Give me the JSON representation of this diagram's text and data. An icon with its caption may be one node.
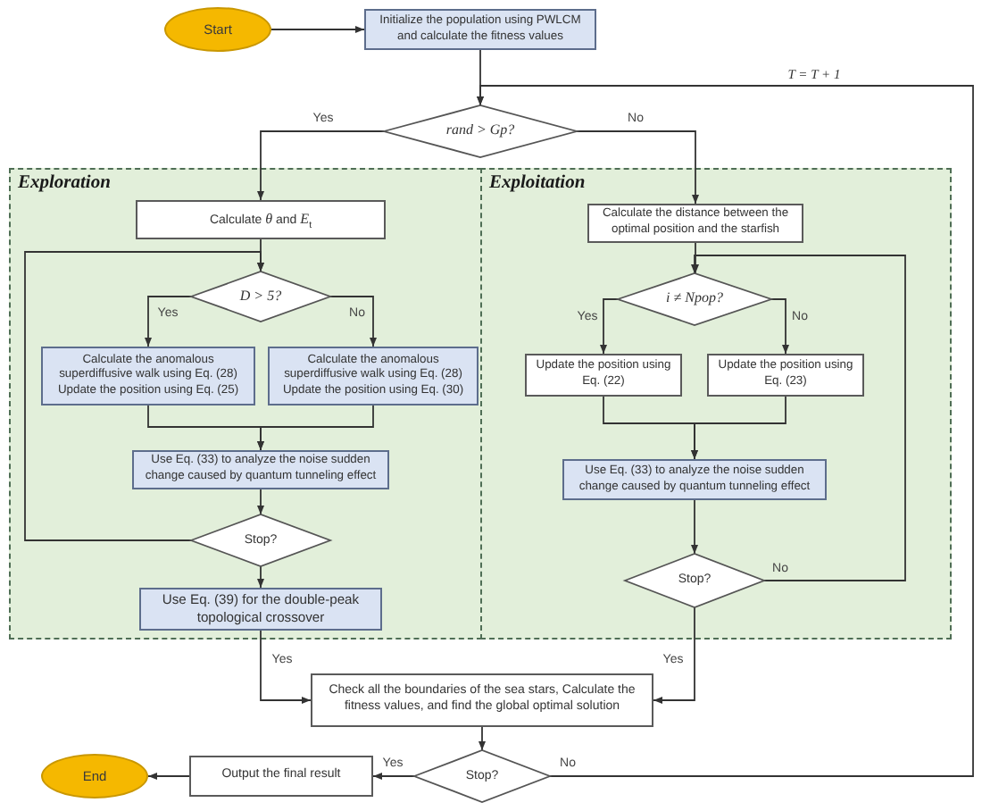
{
  "diagram": {
    "nodes": [
      {
        "text": [
          "Start"
        ]
      },
      {
        "text": [
          "Initialize the population using PWLCM and calculate the fitness values"
        ]
      },
      {
        "text": [
          "rand > Gp?"
        ]
      },
      {
        "text": [
          "Exploration"
        ]
      },
      {
        "text": [
          "Calculate *θ* and *E*$_{t}$"
        ],
        "in": 3
      },
      {
        "text": [
          "D > 5?"
        ],
        "in": 3
      },
      {
        "text": [
          "Calculate the anomalous superdiffusive walk using Eq. (28)",
          "Update the position using Eq. (25)"
        ],
        "in": 3
      },
      {
        "text": [
          "Calculate the anomalous superdiffusive walk using Eq. (28)",
          "Update the position using Eq. (30)"
        ],
        "in": 3
      },
      {
        "text": [
          "Use Eq. (33) to analyze the noise sudden change caused by quantum tunneling effect"
        ],
        "in": 3
      },
      {
        "text": [
          "Stop?"
        ],
        "in": 3
      },
      {
        "text": [
          "Use Eq. (39) for the double-peak topological crossover"
        ],
        "in": 3
      },
      {
        "text": [
          "Exploitation"
        ]
      },
      {
        "text": [
          "Calculate the distance between the optimal position and the starfish"
        ],
        "in": 11
      },
      {
        "text": [
          "i ≠ Npop?"
        ],
        "in": 11
      },
      {
        "text": [
          "Update the position using Eq. (22)"
        ],
        "in": 11
      },
      {
        "text": [
          "Update the position using Eq. (23)"
        ],
        "in": 11
      },
      {
        "text": [
          "Use Eq. (33) to analyze the noise sudden change caused by quantum tunneling effect"
        ],
        "in": 11
      },
      {
        "text": [
          "Stop?"
        ],
        "in": 11
      },
      {
        "text": [
          "Check all the boundaries of the sea stars, Calculate the fitness values, and find the global optimal solution"
        ]
      },
      {
        "text": [
          "Stop?"
        ]
      },
      {
        "text": [
          "Output the final result"
        ]
      },
      {
        "text": [
          "End"
        ]
      }
    ],
    "edges": [
      {
        "from": 0,
        "to": 1,
        "arrow": "to"
      },
      {
        "from": 1,
        "to": 2,
        "arrow": "to"
      },
      {
        "from": 2,
        "to": 4,
        "arrow": "to",
        "label": "Yes"
      },
      {
        "from": 2,
        "to": 12,
        "arrow": "to",
        "label": "No"
      },
      {
        "from": 4,
        "to": 5,
        "arrow": "to"
      },
      {
        "from": 5,
        "to": 6,
        "arrow": "to",
        "label": "Yes"
      },
      {
        "from": 5,
        "to": 7,
        "arrow": "to",
        "label": "No"
      },
      {
        "from": 6,
        "to": 8,
        "arrow": "to"
      },
      {
        "from": 7,
        "to": 8,
        "arrow": "to"
      },
      {
        "from": 8,
        "to": 9,
        "arrow": "to"
      },
      {
        "from": 9,
        "to": 5,
        "arrow": "to"
      },
      {
        "from": 9,
        "to": 10,
        "arrow": "to"
      },
      {
        "from": 10,
        "to": 18,
        "arrow": "to",
        "label": "Yes"
      },
      {
        "from": 12,
        "to": 13,
        "arrow": "to"
      },
      {
        "from": 13,
        "to": 14,
        "arrow": "to",
        "label": "Yes"
      },
      {
        "from": 13,
        "to": 15,
        "arrow": "to",
        "label": "No"
      },
      {
        "from": 14,
        "to": 16,
        "arrow": "to"
      },
      {
        "from": 15,
        "to": 16,
        "arrow": "to"
      },
      {
        "from": 16,
        "to": 17,
        "arrow": "to"
      },
      {
        "from": 17,
        "to": 13,
        "arrow": "to",
        "label": "No"
      },
      {
        "from": 17,
        "to": 18,
        "arrow": "to",
        "label": "Yes"
      },
      {
        "from": 18,
        "to": 19,
        "arrow": "to"
      },
      {
        "from": 19,
        "to": 20,
        "arrow": "to",
        "label": "Yes"
      },
      {
        "from": 20,
        "to": 21,
        "arrow": "to"
      },
      {
        "from": 19,
        "to": 2,
        "arrow": "to",
        "label": "No"
      }
    ],
    "labels": [
      "T = T + 1"
    ]
  }
}
